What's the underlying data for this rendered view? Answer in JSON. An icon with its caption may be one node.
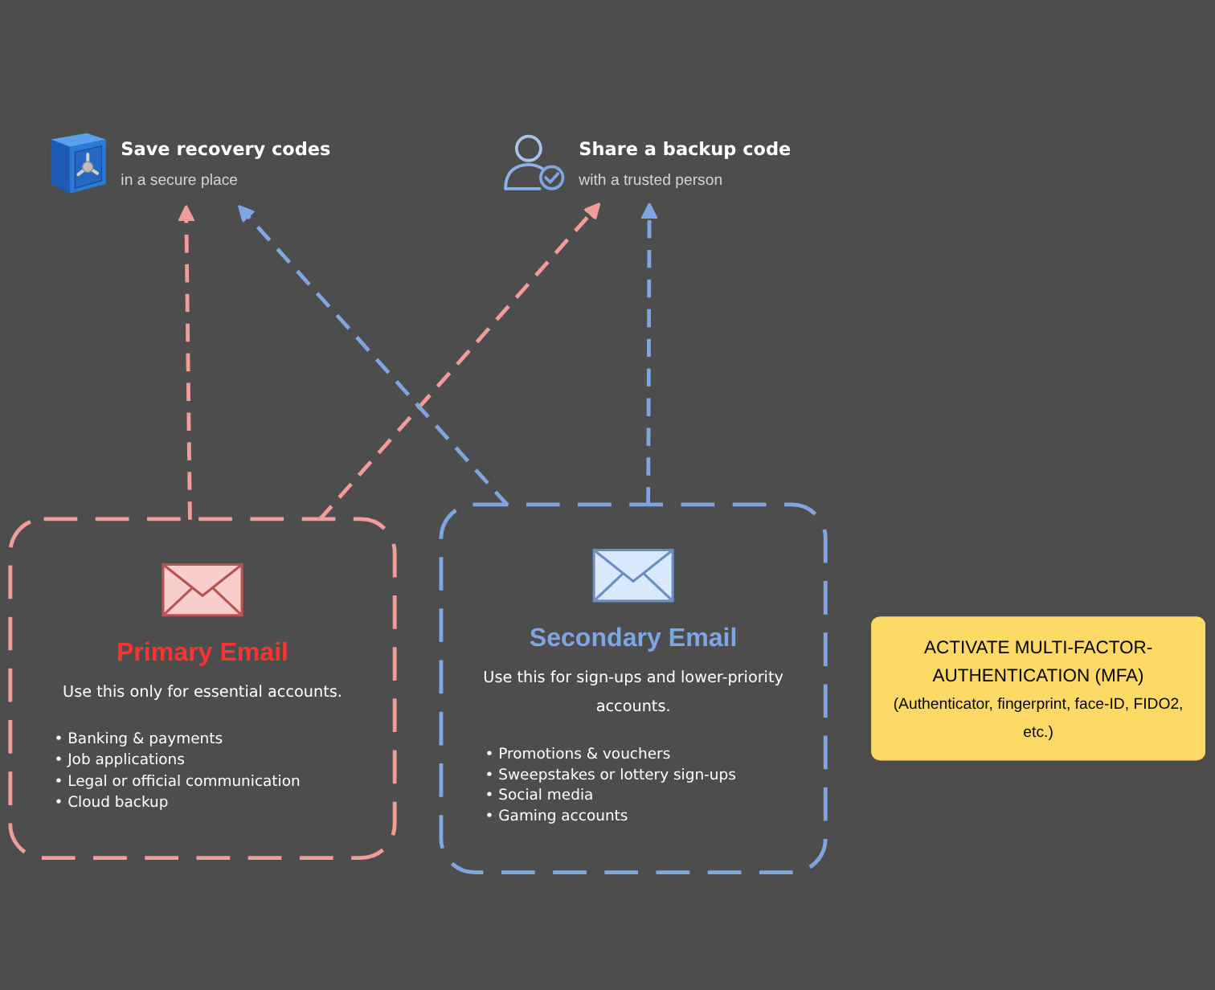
{
  "diagram": {
    "nodes": [
      {
        "text": [
          "Save recovery codes",
          "in a secure place"
        ]
      },
      {
        "text": [
          "Share a backup code",
          "with a trusted person"
        ]
      },
      {
        "text": [
          "Primary Email",
          "Use this only for essential accounts.",
          "• Banking & payments",
          "• Job applications",
          "• Legal or official communication",
          "• Cloud backup"
        ]
      },
      {
        "text": [
          "Secondary Email",
          "Use this for sign-ups and lower-priority accounts.",
          "• Promotions & vouchers",
          "• Sweepstakes or lottery sign-ups",
          "• Social media",
          "• Gaming accounts"
        ]
      },
      {
        "text": [
          "ACTIVATE MULTI-FACTOR-AUTHENTICATION (MFA)",
          "(Authenticator, fingerprint, face-ID, FIDO2, etc.)"
        ]
      }
    ],
    "edges": [
      {
        "from": 2,
        "to": 0,
        "arrow": "to",
        "style": "dashed",
        "color": "#f19c99"
      },
      {
        "from": 2,
        "to": 1,
        "arrow": "to",
        "style": "dashed",
        "color": "#f19c99"
      },
      {
        "from": 3,
        "to": 0,
        "arrow": "to",
        "style": "dashed",
        "color": "#7ea6e0"
      },
      {
        "from": 3,
        "to": 1,
        "arrow": "to",
        "style": "dashed",
        "color": "#7ea6e0"
      }
    ]
  }
}
